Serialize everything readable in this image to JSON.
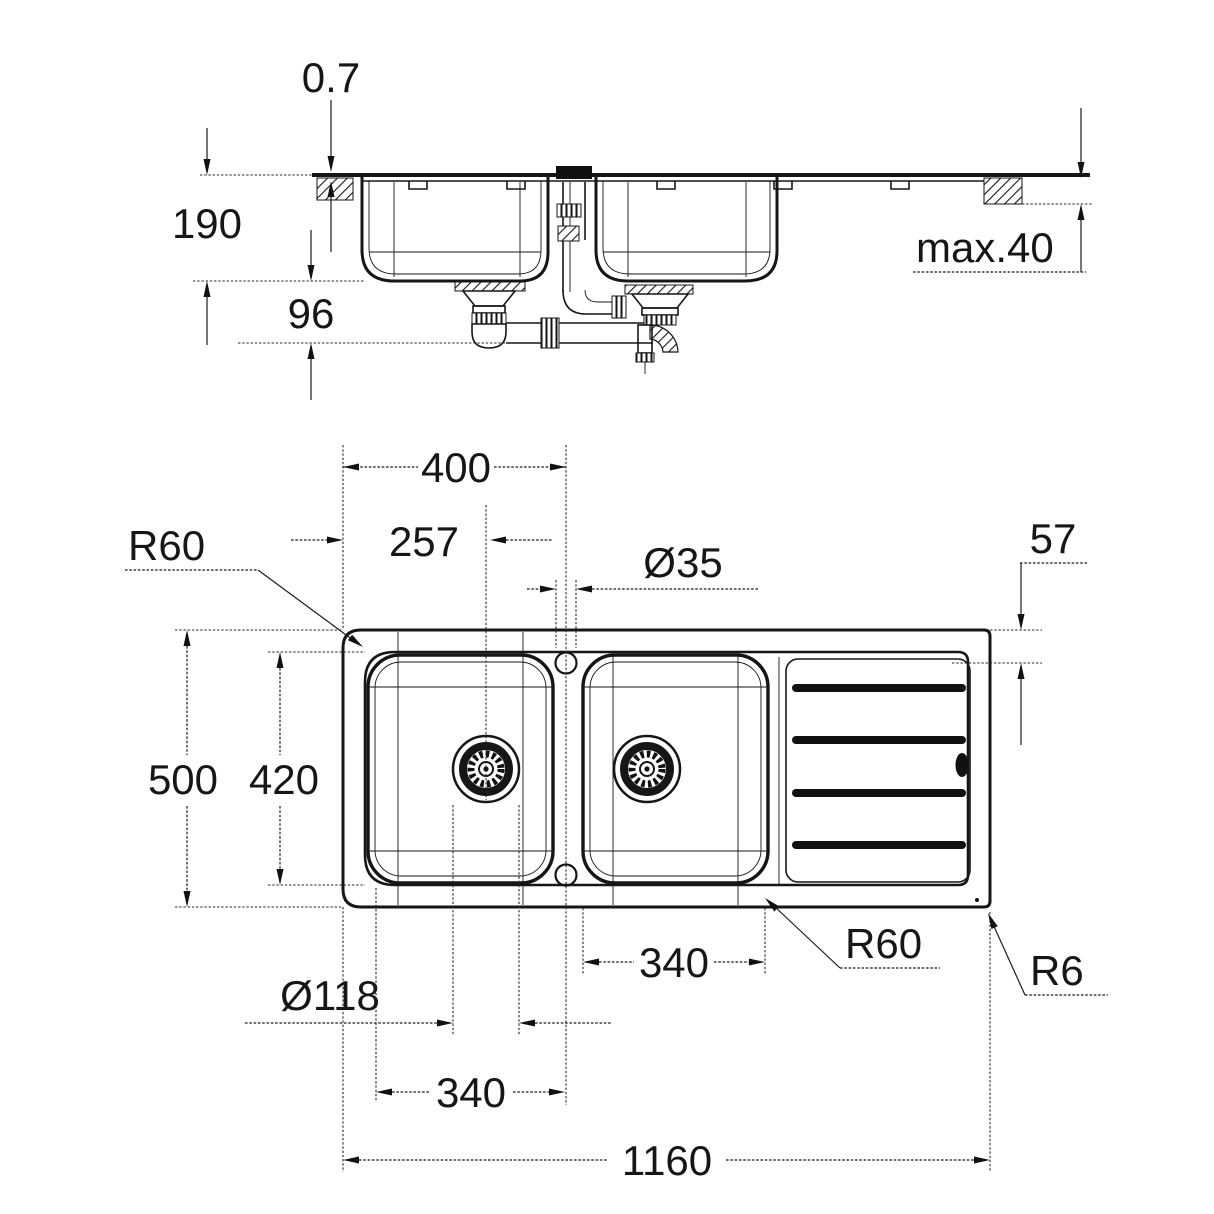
{
  "drawing": {
    "subject": "double-bowl kitchen sink with drainboard - installation dimension drawing",
    "background_color": "#ffffff",
    "line_color": "#161616"
  },
  "elevation_view": {
    "dim_rim_sheet_thickness": "0.7",
    "dim_bowl_depth": "190",
    "dim_trap_clearance": "96",
    "dim_max_countertop_thickness": "max.40"
  },
  "plan_view": {
    "dim_tap_center_from_left": "400",
    "dim_drain_center_from_left": "257",
    "dim_tap_hole_diameter": "Ø35",
    "dim_drainboard_rim": "57",
    "dim_bowl_corner_radius_top": "R60",
    "dim_overall_depth": "500",
    "dim_inner_rim_depth": "420",
    "dim_bowl2_width": "340",
    "dim_drain_hole_diameter": "Ø118",
    "dim_bowl1_width": "340",
    "dim_bowl_corner_radius_bottom": "R60",
    "dim_outer_corner_radius": "R6",
    "dim_overall_length": "1160"
  }
}
